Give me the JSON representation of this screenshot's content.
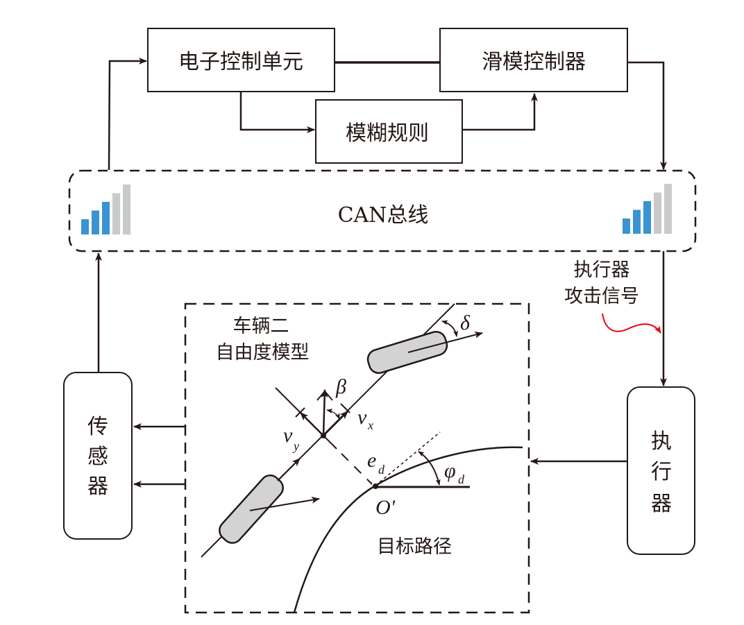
{
  "diagram": {
    "blocks": {
      "ecu": "电子控制单元",
      "smc": "滑模控制器",
      "fuzzy": "模糊规则",
      "can_bus": "CAN总线",
      "sensor": [
        "传",
        "感",
        "器"
      ],
      "actuator": [
        "执",
        "行",
        "器"
      ]
    },
    "vehicle_model": {
      "title_line1": "车辆二",
      "title_line2": "自由度模型",
      "target_path": "目标路径"
    },
    "attack": {
      "line1": "执行器",
      "line2": "攻击信号",
      "color": "#e60012"
    },
    "symbols": {
      "delta": "δ",
      "beta": "β",
      "v_x": "v",
      "v_x_sub": "x",
      "v_y": "v",
      "v_y_sub": "y",
      "e_d": "e",
      "e_d_sub": "d",
      "phi_d": "φ",
      "phi_d_sub": "d",
      "origin": "O'"
    },
    "signal_icon": {
      "active_bars": 3,
      "total_bars": 5,
      "active_color": "#3a93d2",
      "inactive_color": "#c9caca"
    },
    "colors": {
      "line": "#231815",
      "wheel_fill": "#d3d3d3"
    }
  }
}
